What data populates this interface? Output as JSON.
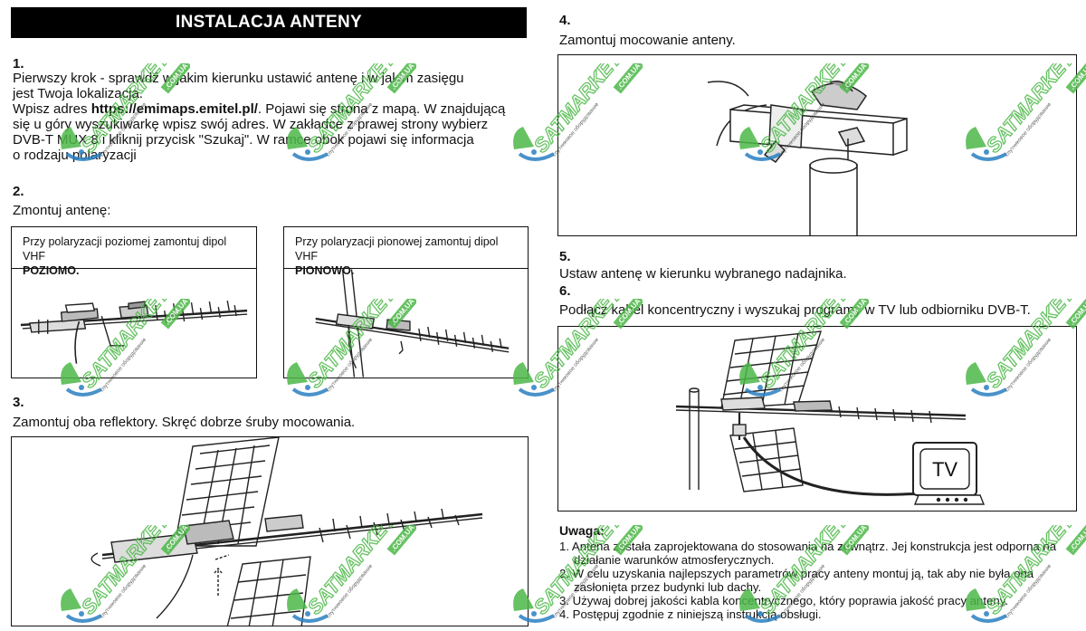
{
  "title": "INSTALACJA ANTENY",
  "steps": {
    "s1": {
      "number": "1.",
      "line1": "Pierwszy krok - sprawdź w jakim kierunku ustawić antenę i w jakim zasięgu",
      "line2": "jest Twoja lokalizacja.",
      "line3_prefix": "Wpisz adres ",
      "url": "https://emimaps.emitel.pl/",
      "line3_suffix": ". Pojawi się strona z mapą. W znajdującą",
      "line4": "się u góry wyszukiwarkę wpisz swój adres. W zakładce z prawej strony wybierz",
      "line5": "DVB-T MUX 8 i kliknij przycisk \"Szukaj\". W ramce obok pojawi się informacja",
      "line6": "o rodzaju polaryzacji"
    },
    "s2": {
      "number": "2.",
      "text": "Zmontuj antenę:",
      "horizontal_caption": "Przy polaryzacji poziomej zamontuj dipol VHF",
      "horizontal_bold": "POZIOMO",
      "vertical_caption": "Przy polaryzacji pionowej zamontuj dipol VHF",
      "vertical_bold": "PIONOWO",
      "period": "."
    },
    "s3": {
      "number": "3.",
      "text": "Zamontuj oba reflektory. Skręć dobrze śruby mocowania."
    },
    "s4": {
      "number": "4.",
      "text": "Zamontuj mocowanie anteny."
    },
    "s5": {
      "number": "5.",
      "text": "Ustaw antenę w kierunku wybranego nadajnika."
    },
    "s6": {
      "number": "6.",
      "text": "Podłącz kabel koncentryczny i wyszukaj programy w TV lub odbiorniku DVB-T."
    }
  },
  "tv_label": "TV",
  "notes": {
    "title": "Uwaga:",
    "items": [
      "1. Antena została zaprojektowana do stosowania na zewnątrz. Jej konstrukcja jest odporna na",
      "działanie warunków atmosferycznych.",
      "2. W celu uzyskania najlepszych parametrów pracy anteny montuj ją, tak aby nie była ona",
      "zasłonięta przez budynki lub dachy.",
      "3. Używaj dobrej jakości kabla koncentrycznego, który poprawia jakość pracy anteny.",
      "4. Postępuj zgodnie z niniejszą instrukcją obsługi."
    ]
  },
  "watermark": {
    "brand": "SATMARKET",
    "domain": ".COM.UA",
    "tagline": "спутниковое оборудование",
    "colors": {
      "blue": "#2a7fc1",
      "green": "#4db848"
    }
  }
}
